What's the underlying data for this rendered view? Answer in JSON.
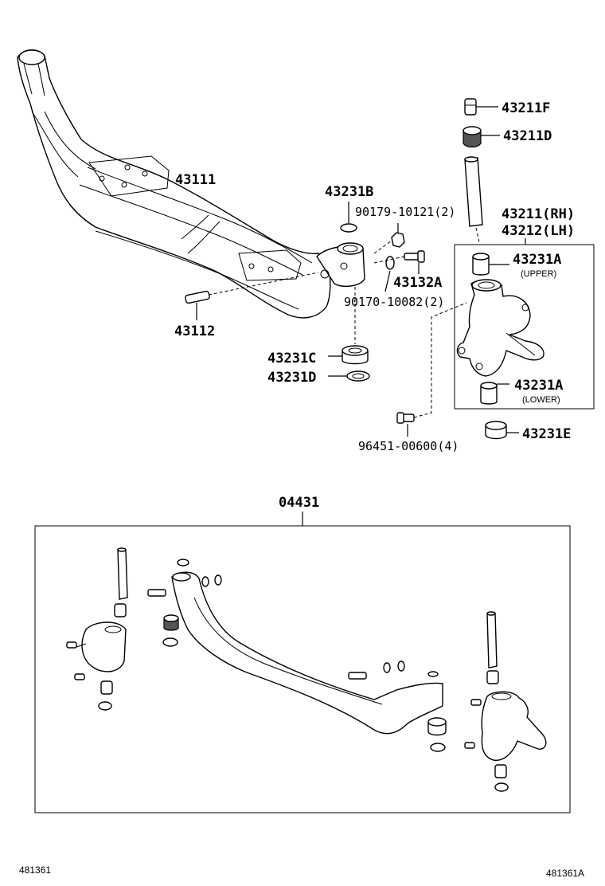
{
  "labels": {
    "p43111": "43111",
    "p43112": "43112",
    "p43231B": "43231B",
    "p90179": "90179-10121(2)",
    "p43132A": "43132A",
    "p90170": "90170-10082(2)",
    "p43231C": "43231C",
    "p43231D": "43231D",
    "p96451": "96451-00600(4)",
    "p43211F": "43211F",
    "p43211D": "43211D",
    "p43211": "43211(RH)",
    "p43212": "43212(LH)",
    "p43231A_upper": "43231A",
    "upper": "(UPPER)",
    "p43231A_lower": "43231A",
    "lower": "(LOWER)",
    "p43231E": "43231E",
    "p04431": "04431"
  },
  "footer": {
    "left_code": "481361",
    "right_code": "481361A"
  }
}
